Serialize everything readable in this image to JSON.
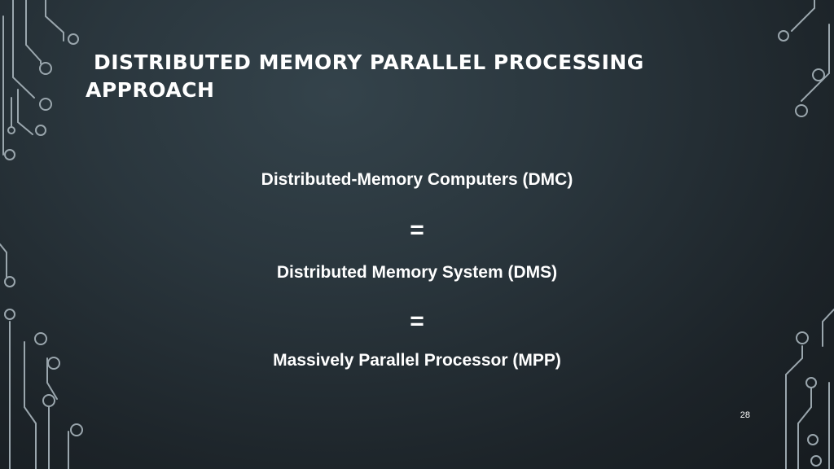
{
  "slide": {
    "title_lines": [
      "DISTRIBUTED MEMORY PARALLEL PROCESSING",
      "APPROACH"
    ],
    "lines": [
      "Distributed-Memory Computers (DMC)",
      "=",
      "Distributed Memory System (DMS)",
      "=",
      "Massively Parallel Processor (MPP)"
    ],
    "page_number": "28"
  },
  "theme": {
    "background": "#2a363d",
    "circuit_color": "#9aa6ad",
    "text_color": "#ffffff"
  }
}
